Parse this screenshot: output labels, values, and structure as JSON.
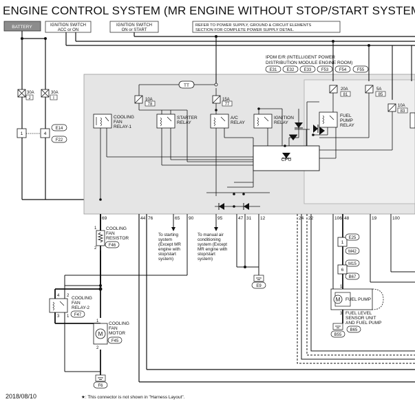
{
  "title": "ENGINE CONTROL SYSTEM (MR ENGINE WITHOUT STOP/START SYSTEM)",
  "header_boxes": {
    "battery": "BATTERY",
    "ign_acc_1": "IGNITION SWITCH",
    "ign_acc_2": "ACC or ON",
    "ign_on_1": "IGNITION SWITCH",
    "ign_on_2": "ON or START",
    "refer_1": "REFER TO POWER SUPPLY, GROUND & CIRCUIT ELEMENTS",
    "refer_2": "SECTION FOR COMPLETE POWER SUPPLY DETAIL."
  },
  "ipdm": {
    "line1": "IPDM E/R (INTELLIGENT POWER",
    "line2": "DISTRIBUTION MODULE ENGINE ROOM)",
    "connectors": [
      "E31",
      "E32",
      "E33",
      "F53",
      "F54",
      "F55"
    ],
    "cpu": "CPU",
    "tt": "TT"
  },
  "fuses": [
    {
      "amp": "30A",
      "id": "J"
    },
    {
      "amp": "30A",
      "id": "I"
    },
    {
      "amp": "10A",
      "id": "78"
    },
    {
      "amp": "15A",
      "id": "77"
    },
    {
      "amp": "20A",
      "id": "81"
    },
    {
      "amp": "5A",
      "id": "85"
    },
    {
      "amp": "10A",
      "id": "83"
    }
  ],
  "relays": {
    "cooling_fan_1": [
      "COOLING",
      "FAN",
      "RELAY-1"
    ],
    "starter": [
      "STARTER",
      "RELAY"
    ],
    "ac": [
      "A/C",
      "RELAY"
    ],
    "ignition": [
      "IGNITION",
      "RELAY"
    ],
    "fuel_pump": [
      "FUEL",
      "PUMP",
      "RELAY"
    ]
  },
  "pins": [
    "69",
    "44",
    "76",
    "65",
    "90",
    "95",
    "47",
    "31",
    "12",
    "24",
    "22",
    "106",
    "48",
    "19",
    "100"
  ],
  "joint": {
    "pin_a": "1",
    "pin_b": "4",
    "conn_a": "E14",
    "conn_b": "F22"
  },
  "resistor": {
    "pin_top": "1",
    "pin_bot": "2",
    "label": [
      "COOLING",
      "FAN",
      "RESISTOR"
    ],
    "conn": "F46"
  },
  "relay2": {
    "pins": [
      "4",
      "2",
      "3",
      "1"
    ],
    "label": [
      "COOLING",
      "FAN",
      "RELAY-2"
    ],
    "conn": "F47"
  },
  "motor": {
    "pin_top": "1",
    "pin_bot": "2",
    "label": [
      "COOLING",
      "FAN",
      "MOTOR"
    ],
    "conn": "F45",
    "symbol": "M"
  },
  "ground_f6": "F6",
  "ground_e9": "E9",
  "ground_b55": "B55",
  "to_starting": [
    "To starting",
    "system",
    "(Except MR",
    "engine with",
    "stop/start",
    "system)"
  ],
  "to_ac": [
    "To manual air",
    "conditioning",
    "system (Except",
    "MR engine with",
    "stop/start",
    "system)"
  ],
  "right_conns": [
    {
      "pin": "1",
      "conn": "E25"
    },
    {
      "pin": "",
      "conn": "M42"
    },
    {
      "pin": "",
      "conn": "M15"
    },
    {
      "pin": "6",
      "conn": "B67"
    }
  ],
  "fuel_pump": {
    "label": "FUEL PUMP",
    "symbol": "M",
    "pin_top": "1",
    "pin_bot": "3"
  },
  "fuel_level": [
    "FUEL LEVEL",
    "SENSOR UNIT",
    "AND FUEL PUMP"
  ],
  "fuel_conn": "B65",
  "footer_date": "2018/08/10",
  "footer_note": "★: This connector is not shown in \"Harness Layout\"."
}
